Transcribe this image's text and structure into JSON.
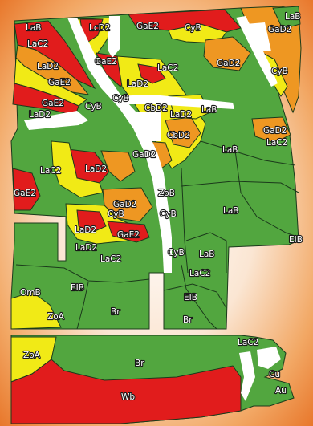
{
  "colors": {
    "LaB_LaC2_Br_EIB_OmB": "#52a63f",
    "Wb_LaD2": "#e11c1c",
    "GaE2": "#e11c1c",
    "GaD2": "#ee9722",
    "CyB_ZoA": "#f1ea16",
    "road": "#ffffff",
    "boundary": "#1b3a1b"
  },
  "labels": {
    "LaB_top": "LaB",
    "LcD2": "LcD2",
    "GaE2_top": "GaE2",
    "CyB_top": "CyB",
    "LaB_corner": "LaB",
    "GaD2_corner": "GaD2",
    "LaC2_a": "LaC2",
    "GaE2_b": "GaE2",
    "LaC2_b": "LaC2",
    "GaD2_b": "GaD2",
    "LaD2_a": "LaD2",
    "GaE2_c": "GaE2",
    "LaD2_b": "LaD2",
    "CyB_right": "CyB",
    "GaE2_d": "GaE2",
    "CyB_b": "CyB",
    "CyB_c": "CyB",
    "LaD2_c": "LaD2",
    "CbD2_a": "CbD2",
    "LaD2_d": "LaD2",
    "LaB_a": "LaB",
    "CbD2_b": "CbD2",
    "GaD2_c": "GaD2",
    "LaC2_c": "LaC2",
    "LaB_b": "LaB",
    "GaD2_d": "GaD2",
    "LaC2_d": "LaC2",
    "LaD2_e": "LaD2",
    "GaE2_e": "GaE2",
    "ZoB": "ZoB",
    "GaD2_e": "GaD2",
    "CyB_d": "CyB",
    "CyB_e": "CyB",
    "LaB_c": "LaB",
    "LaD2_f": "LaD2",
    "GaE2_f": "GaE2",
    "EIB_right": "EIB",
    "LaD2_g": "LaD2",
    "LaC2_e": "LaC2",
    "CyB_f": "CyB",
    "LaB_d": "LaB",
    "LaC2_f": "LaC2",
    "OmB": "OmB",
    "EIB_a": "EIB",
    "EIB_b": "EIB",
    "ZoA_a": "ZoA",
    "Br_a": "Br",
    "Br_b": "Br",
    "LaC2_g": "LaC2",
    "ZoA_b": "ZoA",
    "Br_c": "Br",
    "Cu": "Cu",
    "Wb": "Wb",
    "Au": "Au"
  }
}
